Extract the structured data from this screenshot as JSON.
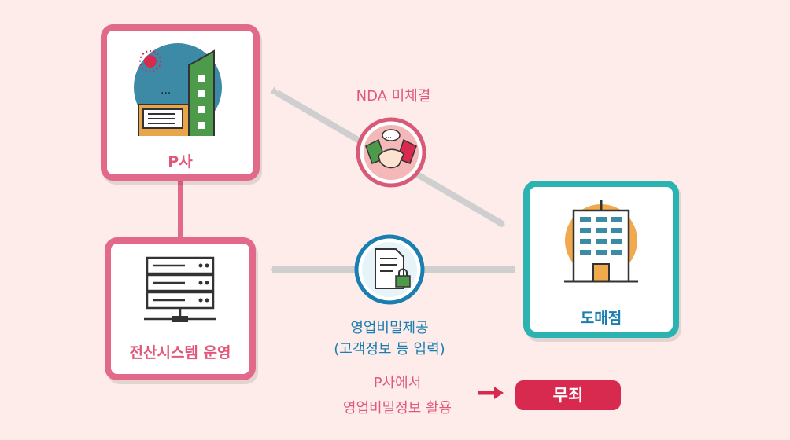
{
  "nodes": {
    "company_p": {
      "label": "P사"
    },
    "it_system": {
      "label": "전산시스템 운영"
    },
    "wholesaler": {
      "label": "도매점"
    }
  },
  "edges": {
    "nda": {
      "label": "NDA 미체결"
    },
    "provide": {
      "line1": "영업비밀제공",
      "line2": "(고객정보 등 입력)"
    },
    "misuse": {
      "line1": "P사에서",
      "line2": "영업비밀정보 활용"
    }
  },
  "verdict": {
    "label": "무죄"
  },
  "colors": {
    "background": "#fdecea",
    "pink": "#e2698a",
    "teal": "#2bb3b1",
    "arrow_gray": "#cfcfcf",
    "verdict_red": "#d8294e",
    "blue_text": "#1a7fb0"
  },
  "icons": {
    "company_p": "office-building-icon",
    "it_system": "server-rack-icon",
    "wholesaler": "tower-building-icon",
    "nda": "handshake-icon",
    "provide": "locked-document-icon"
  }
}
